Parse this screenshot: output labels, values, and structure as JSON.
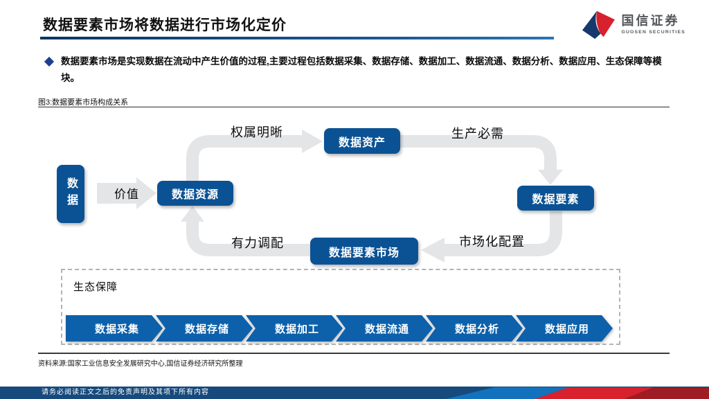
{
  "header": {
    "title": "数据要素市场将数据进行市场化定价",
    "logo": {
      "name_cn": "国信证券",
      "name_en": "GUOSEN SECURITIES"
    }
  },
  "summary": {
    "bullet": "数据要素市场是实现数据在流动中产生价值的过程,主要过程包括数据采集、数据存储、数据加工、数据流通、数据分析、数据应用、生态保障等模块。"
  },
  "figure": {
    "caption": "图3:数据要素市场构成关系"
  },
  "diagram": {
    "nodes": {
      "data": "数据",
      "resource": "数据资源",
      "asset": "数据资产",
      "element": "数据要素",
      "market": "数据要素市场"
    },
    "edges": {
      "value": "价值",
      "ownership": "权属明晰",
      "production": "生产必需",
      "allocation": "市场化配置",
      "deployment": "有力调配"
    },
    "ecosystem": {
      "label": "生态保障",
      "steps": [
        "数据采集",
        "数据存储",
        "数据加工",
        "数据流通",
        "数据分析",
        "数据应用"
      ]
    }
  },
  "footer": {
    "source": "资料来源:国家工业信息安全发展研究中心,国信证券经济研究所整理",
    "disclaimer": "请务必阅读正文之后的免责声明及其项下所有内容"
  },
  "colors": {
    "node_blue": "#0b5294",
    "chevron_blue": "#0d61ab",
    "flow_gray": "#e4e5e7",
    "footer_navy": "#164a7c",
    "brand_red": "#d7212c",
    "brand_navy": "#16386d"
  }
}
